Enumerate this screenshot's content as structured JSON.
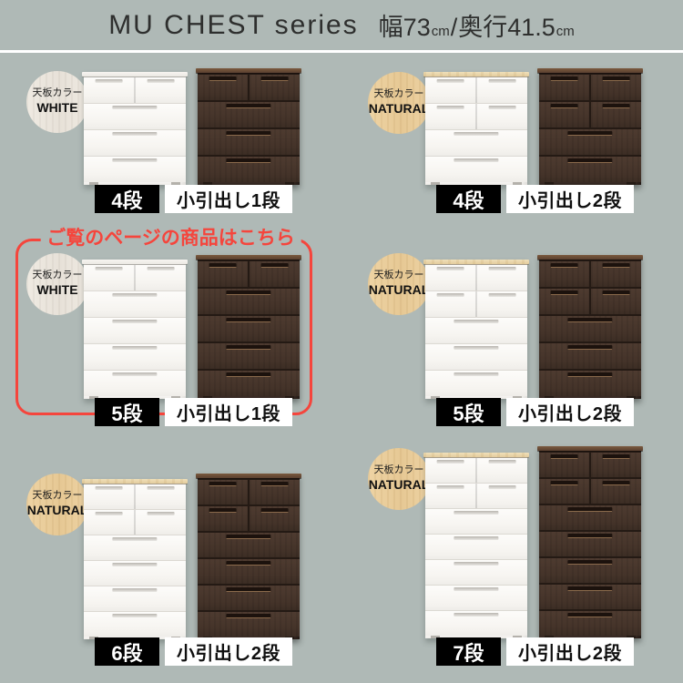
{
  "header": {
    "series_title": "MU CHEST series",
    "width_value": "幅73",
    "depth_value": "奥行41.5",
    "unit": "cm",
    "separator": "/"
  },
  "highlight_banner": {
    "text": "ご覧のページの商品はこちら"
  },
  "badge_title": "天板カラー",
  "products": [
    {
      "tiers": 4,
      "small_drawer_tiers": 1,
      "top_color": "WHITE",
      "tier_label": "4段",
      "small_drawer_label": "小引出し1段",
      "highlighted": false
    },
    {
      "tiers": 4,
      "small_drawer_tiers": 2,
      "top_color": "NATURAL",
      "tier_label": "4段",
      "small_drawer_label": "小引出し2段",
      "highlighted": false
    },
    {
      "tiers": 5,
      "small_drawer_tiers": 1,
      "top_color": "WHITE",
      "tier_label": "5段",
      "small_drawer_label": "小引出し1段",
      "highlighted": true
    },
    {
      "tiers": 5,
      "small_drawer_tiers": 2,
      "top_color": "NATURAL",
      "tier_label": "5段",
      "small_drawer_label": "小引出し2段",
      "highlighted": false
    },
    {
      "tiers": 6,
      "small_drawer_tiers": 2,
      "top_color": "NATURAL",
      "tier_label": "6段",
      "small_drawer_label": "小引出し2段",
      "highlighted": false
    },
    {
      "tiers": 7,
      "small_drawer_tiers": 2,
      "top_color": "NATURAL",
      "tier_label": "7段",
      "small_drawer_label": "小引出し2段",
      "highlighted": false
    }
  ],
  "colors": {
    "background": "#afb9b6",
    "accent_red": "#f5453c",
    "chest_dark_body": "#3e2f27",
    "chest_white_body": "#f8f6f3",
    "natural_wood": "#eed3a4",
    "white_wood": "#efeae2",
    "dark_top_board": "#6a4c36"
  }
}
